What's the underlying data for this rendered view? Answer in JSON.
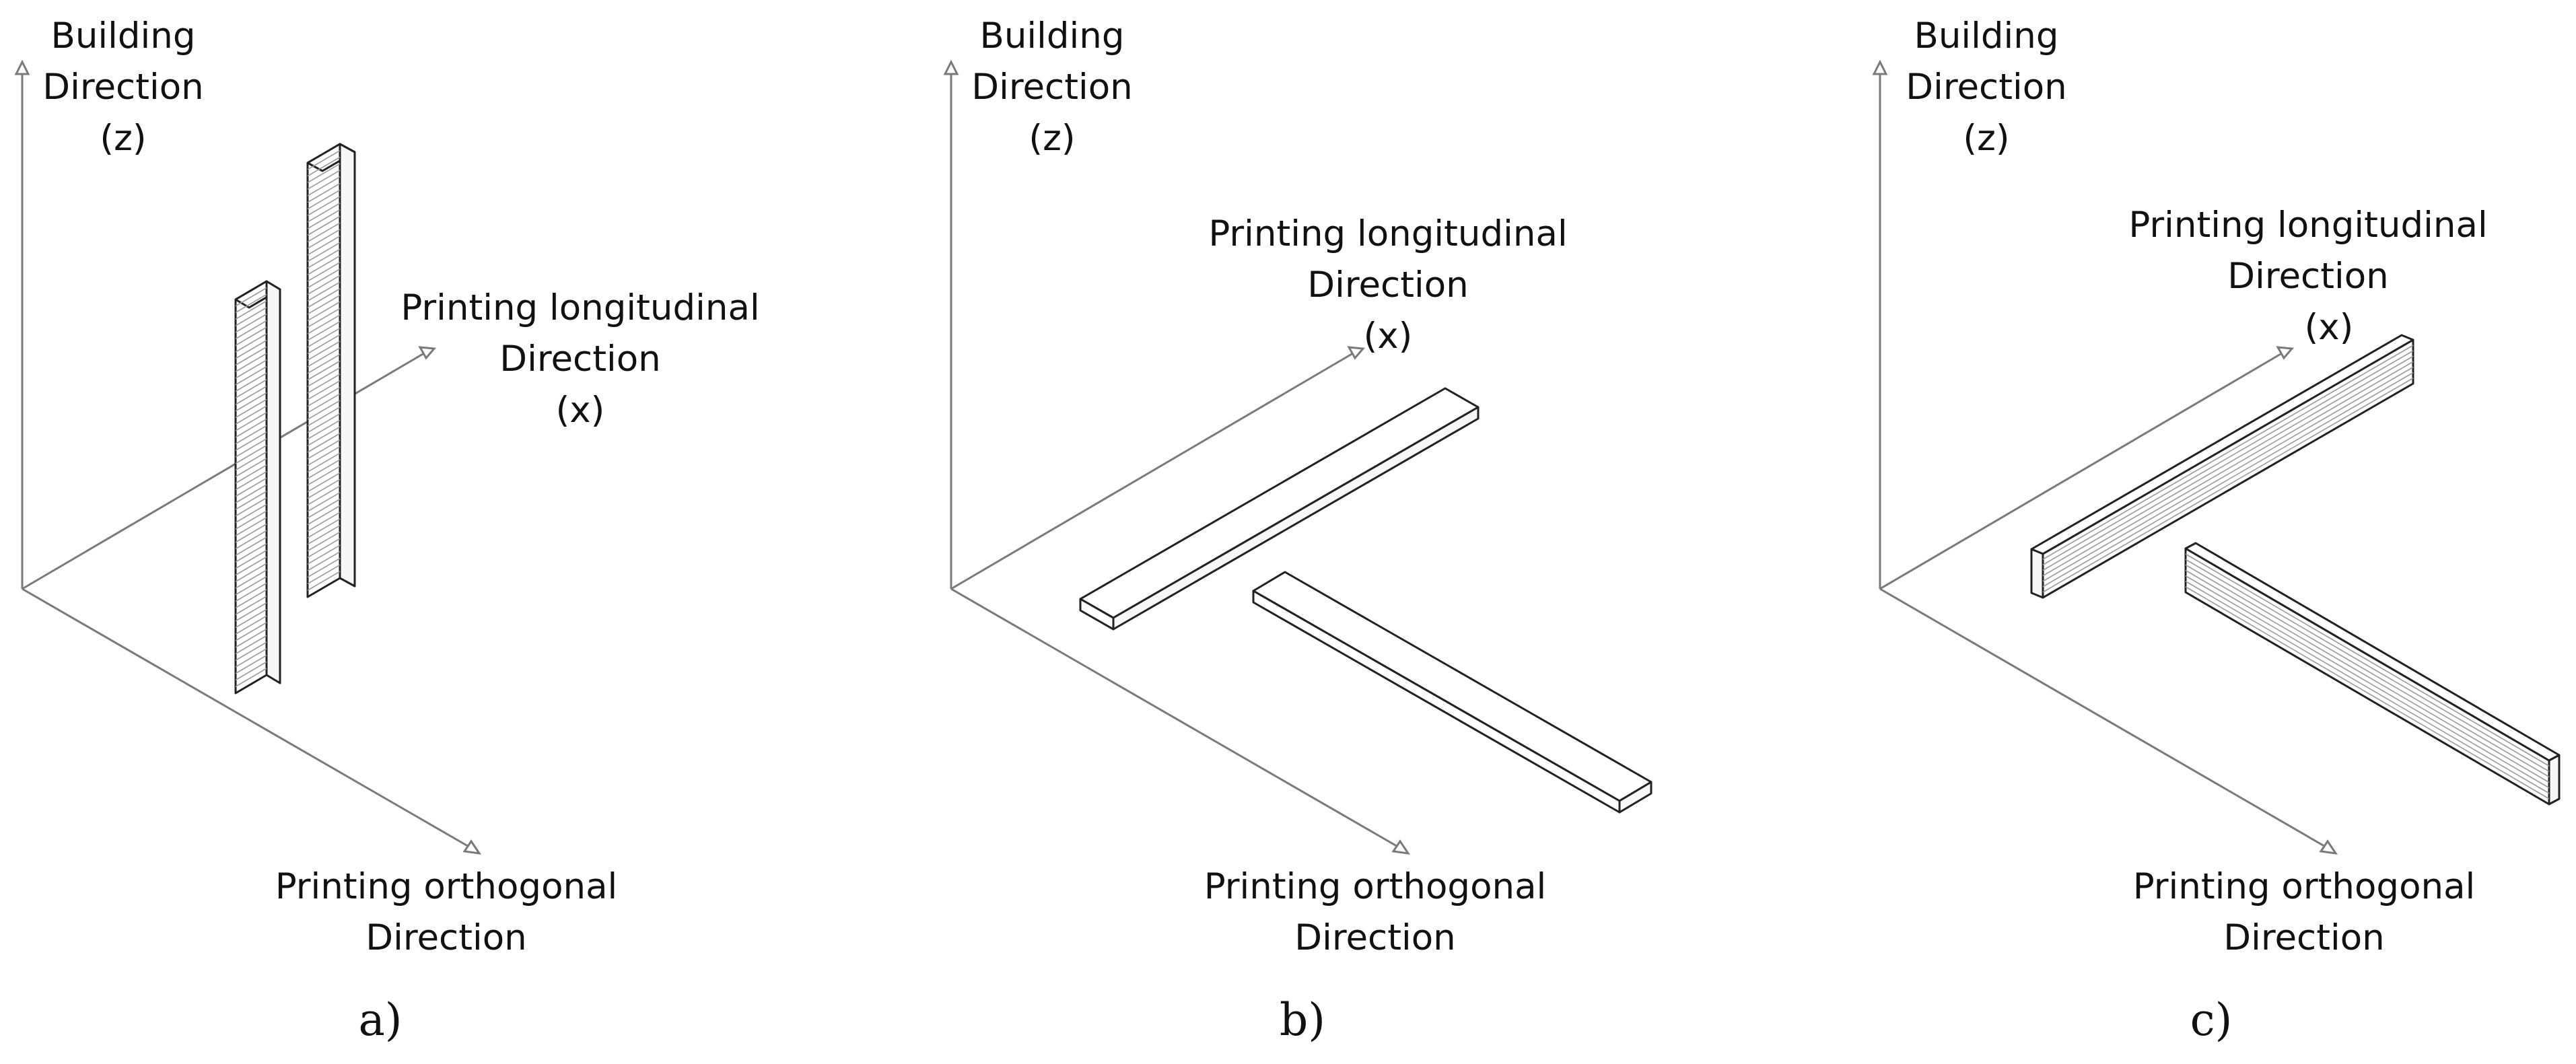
{
  "panels": [
    {
      "caption": "a)",
      "axis_z": {
        "line1": "Building",
        "line2": "Direction",
        "line3": "(z)"
      },
      "axis_x": {
        "line1": "Printing longitudinal",
        "line2": "Direction",
        "line3": "(x)"
      },
      "axis_y": {
        "line1": "Printing orthogonal",
        "line2": "Direction"
      }
    },
    {
      "caption": "b)",
      "axis_z": {
        "line1": "Building",
        "line2": "Direction",
        "line3": "(z)"
      },
      "axis_x": {
        "line1": "Printing longitudinal",
        "line2": "Direction",
        "line3": "(x)"
      },
      "axis_y": {
        "line1": "Printing orthogonal",
        "line2": "Direction"
      }
    },
    {
      "caption": "c)",
      "axis_z": {
        "line1": "Building",
        "line2": "Direction",
        "line3": "(z)"
      },
      "axis_x": {
        "line1": "Printing longitudinal",
        "line2": "Direction",
        "line3": "(x)"
      },
      "axis_y": {
        "line1": "Printing orthogonal",
        "line2": "Direction"
      }
    }
  ]
}
